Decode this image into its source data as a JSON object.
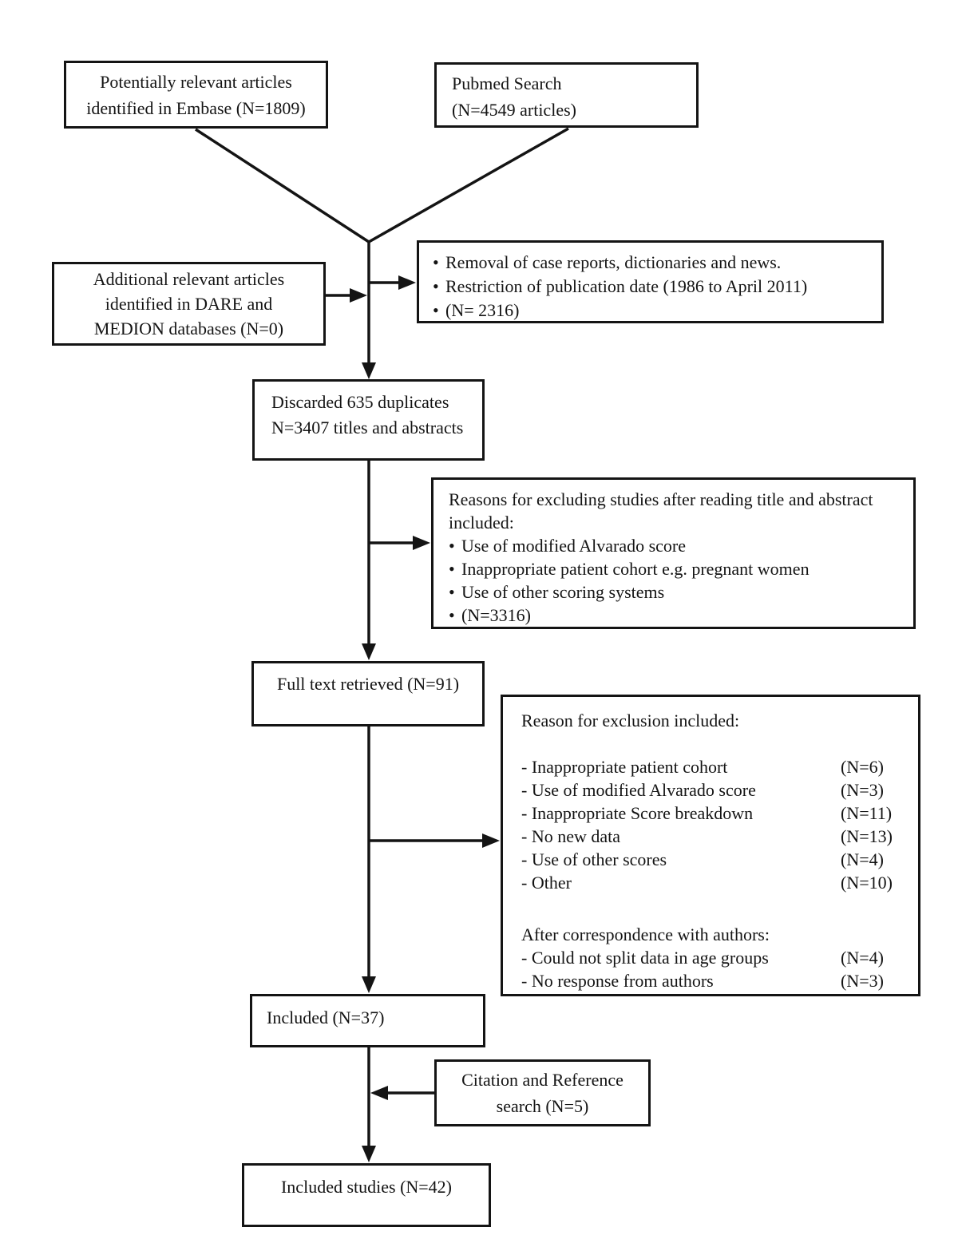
{
  "colors": {
    "line": "#141414",
    "background": "#ffffff",
    "text": "#141414"
  },
  "flowchart": {
    "embase": {
      "line1": "Potentially relevant articles",
      "line2": "identified in Embase (N=1809)"
    },
    "pubmed": {
      "line1": "Pubmed Search",
      "line2": "(N=4549 articles)"
    },
    "dare": {
      "line1": "Additional relevant articles",
      "line2": "identified in DARE and",
      "line3": "MEDION databases (N=0)"
    },
    "pubmed_filter": {
      "bullets": [
        "Removal of case reports, dictionaries and news.",
        "Restriction of publication date (1986 to April 2011)",
        "(N= 2316)"
      ]
    },
    "duplicates": {
      "line1": "Discarded 635 duplicates",
      "line2": "N=3407 titles and abstracts"
    },
    "abstract_exclusions": {
      "header_line1": "Reasons for excluding studies after reading title and abstract",
      "header_line2": "included:",
      "bullets": [
        "Use of modified Alvarado score",
        "Inappropriate patient cohort e.g. pregnant women",
        "Use of other scoring systems",
        "(N=3316)"
      ]
    },
    "fulltext": {
      "line1": "Full text retrieved (N=91)"
    },
    "fulltext_exclusions": {
      "header": "Reason for exclusion included:",
      "items": [
        {
          "label": "- Inappropriate patient cohort",
          "n": "(N=6)"
        },
        {
          "label": "- Use of modified Alvarado score",
          "n": "(N=3)"
        },
        {
          "label": "- Inappropriate Score breakdown",
          "n": "(N=11)"
        },
        {
          "label": "- No new data",
          "n": "(N=13)"
        },
        {
          "label": "- Use of other scores",
          "n": "(N=4)"
        },
        {
          "label": "- Other",
          "n": "(N=10)"
        }
      ],
      "subheader": "After correspondence with authors:",
      "subitems": [
        {
          "label": "- Could not split data in age groups",
          "n": "(N=4)"
        },
        {
          "label": "- No response from authors",
          "n": "(N=3)"
        }
      ]
    },
    "included": {
      "line1": "Included (N=37)"
    },
    "citation": {
      "line1": "Citation and Reference",
      "line2": "search (N=5)"
    },
    "included_studies": {
      "line1": "Included studies (N=42)"
    }
  }
}
